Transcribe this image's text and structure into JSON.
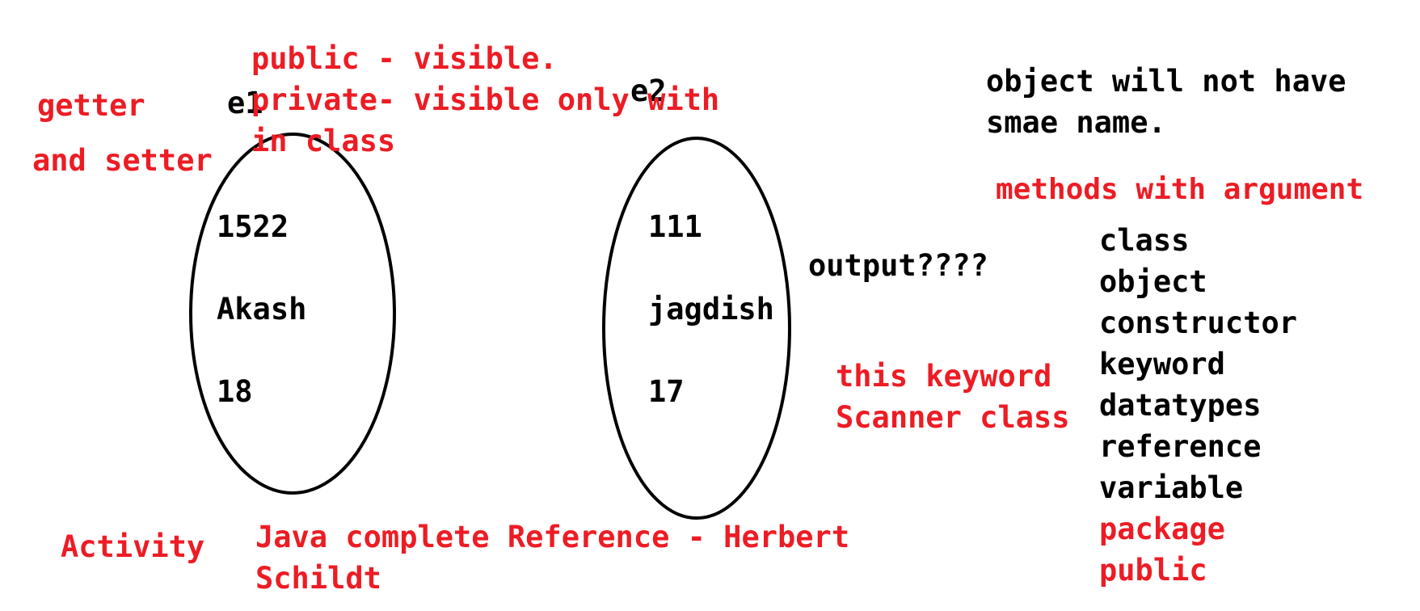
{
  "colors": {
    "annotation": "#ed1c24",
    "text": "#000000",
    "background": "#ffffff"
  },
  "left_notes": {
    "getter": "getter",
    "and_setter": "and setter",
    "activity": "Activity"
  },
  "access_notes": {
    "line1": "public - visible.",
    "line2": "private- visible only with",
    "line3": "in class"
  },
  "objects": {
    "e1": {
      "label": "e1",
      "values": [
        "1522",
        "Akash",
        "18"
      ]
    },
    "e2": {
      "label": "e2",
      "values": [
        "111",
        "jagdish",
        "17"
      ]
    }
  },
  "output_question": "output????",
  "this_keyword": "this keyword",
  "scanner_class": "Scanner class",
  "reference_book": {
    "line1": "Java complete Reference - Herbert",
    "line2": "Schildt"
  },
  "top_note": {
    "line1": "object will not have",
    "line2": "smae name."
  },
  "methods_note": "methods with argument",
  "topics_black": [
    "class",
    "object",
    "constructor",
    "keyword",
    "datatypes",
    "reference",
    "variable"
  ],
  "topics_red": [
    "package",
    "public"
  ]
}
